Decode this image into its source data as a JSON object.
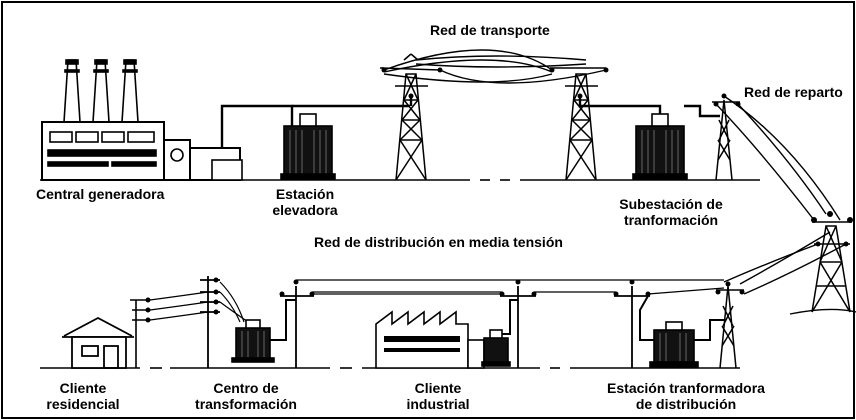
{
  "labels": {
    "transport_network": "Red de transporte",
    "distribution_network": "Red de reparto",
    "medium_voltage_network": "Red de distribución en media tensión",
    "power_plant": "Central generadora",
    "step_up_station": [
      "Estación",
      "elevadora"
    ],
    "transformer_substation": [
      "Subestación de",
      "tranformación"
    ],
    "residential_client": [
      "Cliente",
      "residencial"
    ],
    "transformation_center": [
      "Centro de",
      "transformación"
    ],
    "industrial_client": [
      "Cliente",
      "industrial"
    ],
    "distribution_transformer_station": [
      "Estación tranformadora",
      "de distribución"
    ]
  }
}
